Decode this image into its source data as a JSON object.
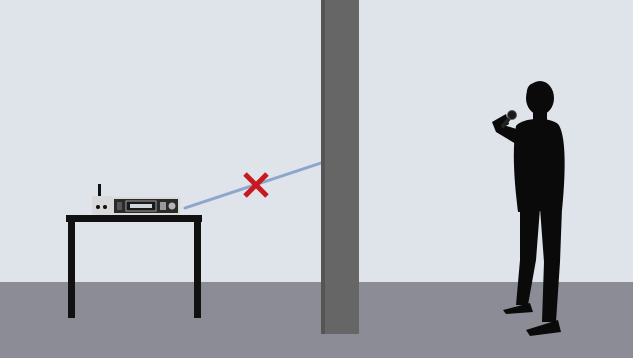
{
  "scene": {
    "type": "wireless-signal-obstruction-illustration",
    "colors": {
      "wall": "#dfe3ea",
      "floor": "#8b8c95",
      "pillar": "#666666",
      "pillar_shadow": "#555555",
      "furniture": "#111111",
      "silhouette": "#0a0a0a",
      "receiver_body": "#d9d9d9",
      "receiver_panel": "#2a2a2a",
      "signal_line": "#8ea5cc",
      "blocked_mark": "#c8191e"
    },
    "elements": {
      "table": "black-side-table",
      "receiver": "wireless-receiver-rack-unit",
      "antenna_box": "antenna-module",
      "signal": "blocked-radio-signal",
      "marker": "x-mark",
      "obstacle": "concrete-pillar",
      "person": "singer-with-handheld-microphone"
    },
    "signal_status": "blocked"
  }
}
